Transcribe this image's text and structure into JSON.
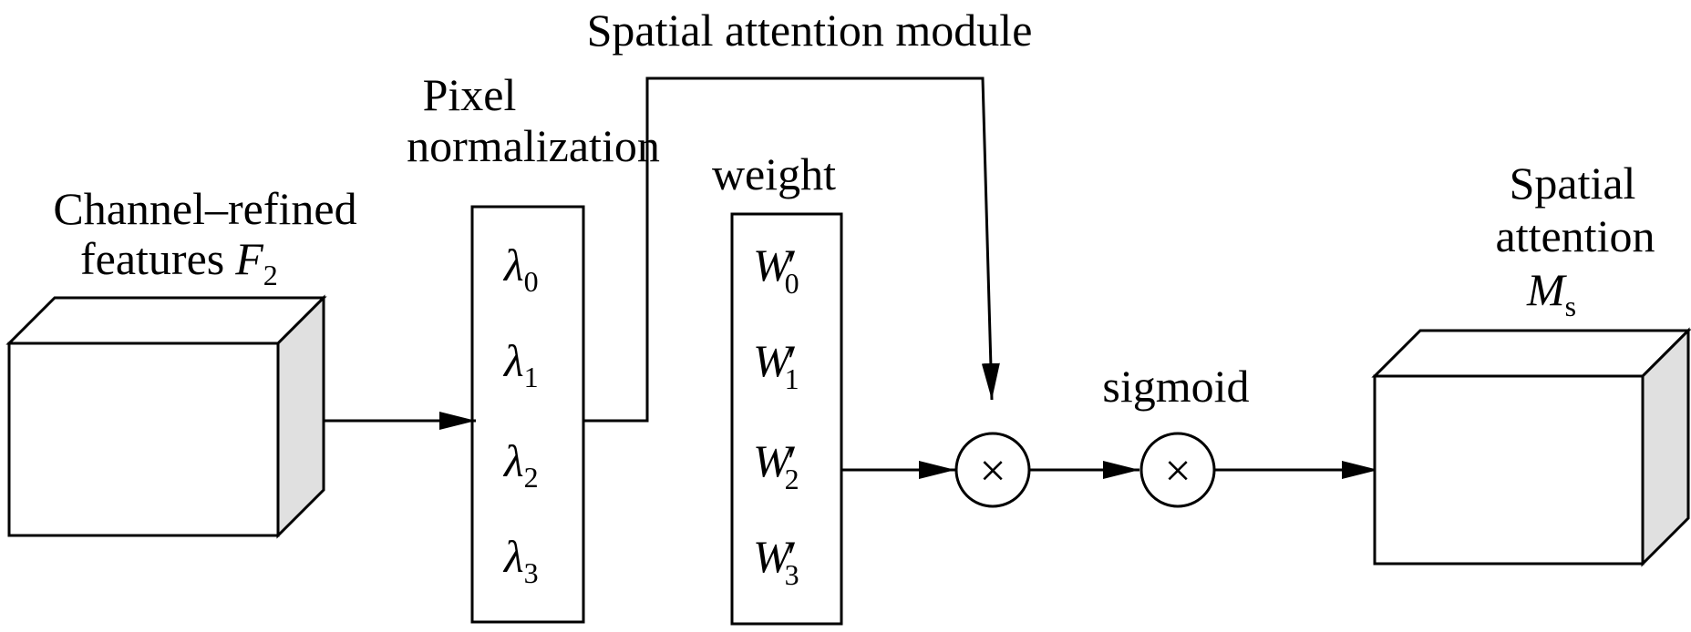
{
  "title": "Spatial attention module",
  "input": {
    "label_line1": "Channel–refined",
    "label_line2": "features",
    "symbol": "F",
    "symbol_sub": "2"
  },
  "pixel_norm": {
    "label_line1": "Pixel",
    "label_line2": "normalization",
    "symbol": "λ",
    "subs": [
      "0",
      "1",
      "2",
      "3"
    ]
  },
  "weight": {
    "label": "weight",
    "symbol": "W",
    "prime": "′",
    "subs": [
      "0",
      "1",
      "2",
      "3"
    ]
  },
  "ops": {
    "multiply_symbol": "×",
    "sigmoid_label": "sigmoid"
  },
  "output": {
    "label_line1": "Spatial",
    "label_line2": "attention",
    "symbol": "M",
    "symbol_sub": "s"
  },
  "colors": {
    "stroke": "#000000",
    "box_front": "#ffffff",
    "box_side": "#e0e0e0"
  }
}
